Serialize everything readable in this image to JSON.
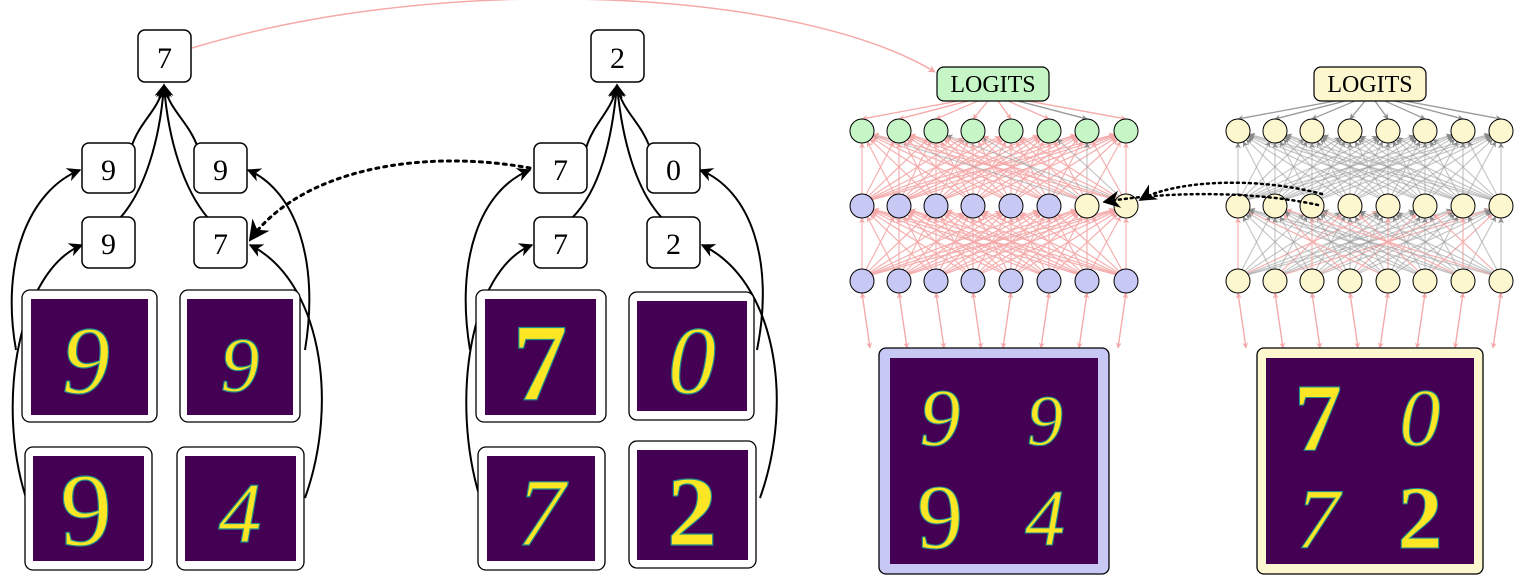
{
  "colors": {
    "mnist_bg": "#440154",
    "mnist_mid": "#21908c",
    "mnist_fg": "#fde725",
    "logits_green": "#c6f5c6",
    "neuron_green": "#c6f5c6",
    "neuron_blue": "#c8c8f5",
    "neuron_yellow": "#fdf7d0",
    "patch_blue": "#c8c8f5",
    "patch_yellow": "#fdf7d0",
    "edge_red": "#f4a9a8",
    "edge_gray": "#999999"
  },
  "tree_left": {
    "root": "7",
    "top_left": "9",
    "top_right": "9",
    "mid_left": "9",
    "mid_right": "7",
    "digits": [
      "9",
      "9",
      "9",
      "4"
    ]
  },
  "tree_middle": {
    "root": "2",
    "top_left": "7",
    "top_right": "0",
    "mid_left": "7",
    "mid_right": "2",
    "digits": [
      "7",
      "0",
      "7",
      "2"
    ]
  },
  "network_left": {
    "logits_label": "LOGITS",
    "digits": [
      "9",
      "9",
      "9",
      "4"
    ]
  },
  "network_right": {
    "logits_label": "LOGITS",
    "digits": [
      "7",
      "0",
      "7",
      "2"
    ]
  }
}
